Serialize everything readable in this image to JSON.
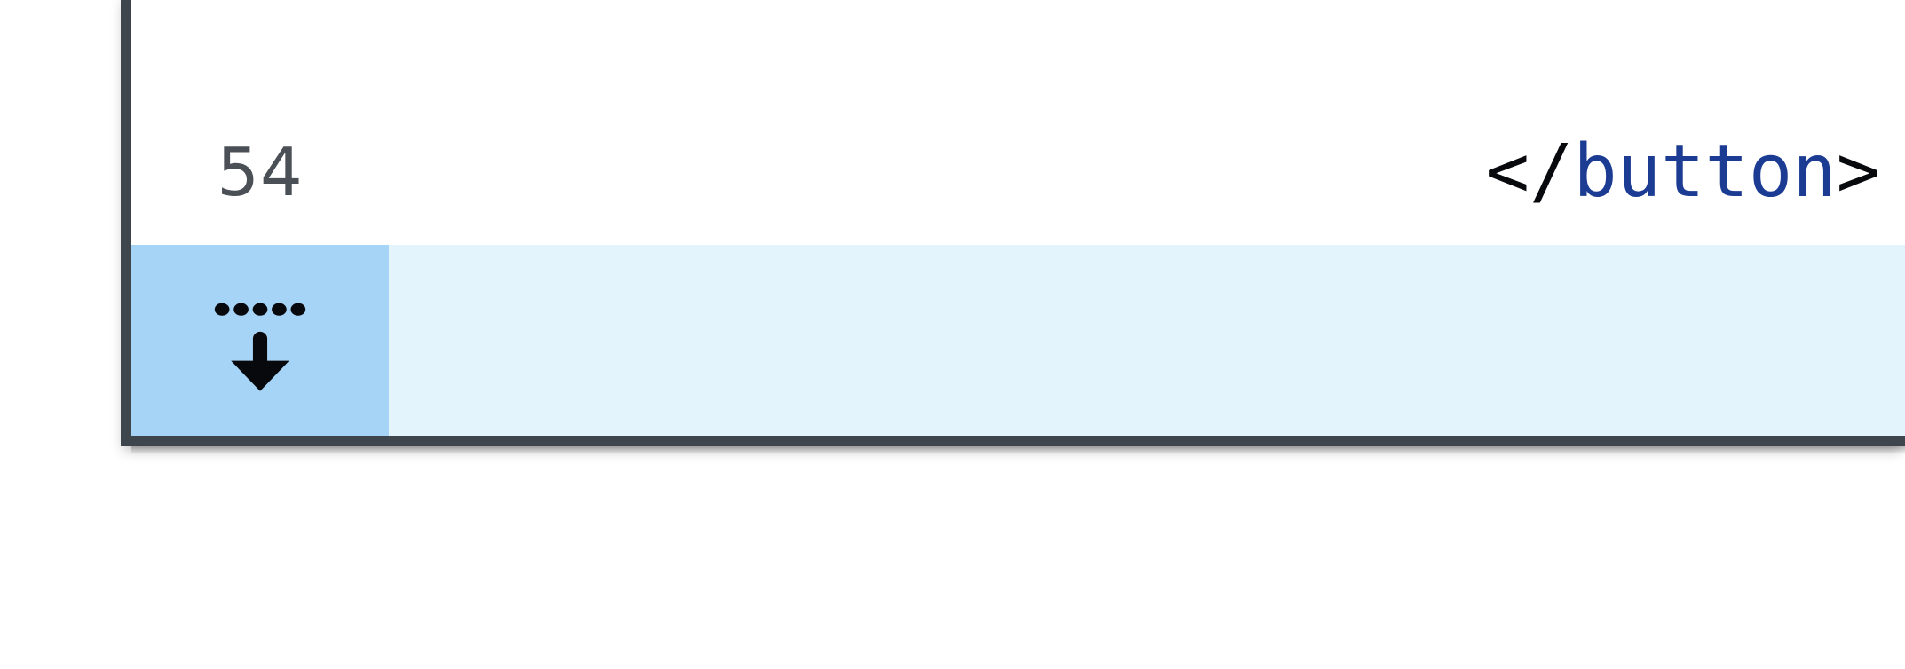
{
  "editor": {
    "lines": [
      {
        "number": "54",
        "tokens": [
          {
            "text": "</",
            "type": "punct"
          },
          {
            "text": "button",
            "type": "tag"
          },
          {
            "text": ">",
            "type": "punct"
          }
        ],
        "plain_text": "</button>",
        "highlighted": false
      },
      {
        "number": "",
        "tokens": [],
        "plain_text": "",
        "highlighted": true,
        "gutter_icon": "move-down-icon"
      }
    ],
    "selected_line_number": "54",
    "code_line_54": "</button>"
  },
  "colors": {
    "frame_border": "#3f454c",
    "gutter_highlight": "#a6d4f7",
    "code_highlight": "#e4f4fc",
    "line_number_text": "#4b5057",
    "tag_name": "#1c3c93",
    "punctuation": "#08090d",
    "editor_background": "#ffffff",
    "page_background": "#ffffff"
  },
  "icons": {
    "move_down": {
      "name": "move-down-icon",
      "description": "dotted-line-with-down-arrow",
      "dot_count": 5
    }
  }
}
